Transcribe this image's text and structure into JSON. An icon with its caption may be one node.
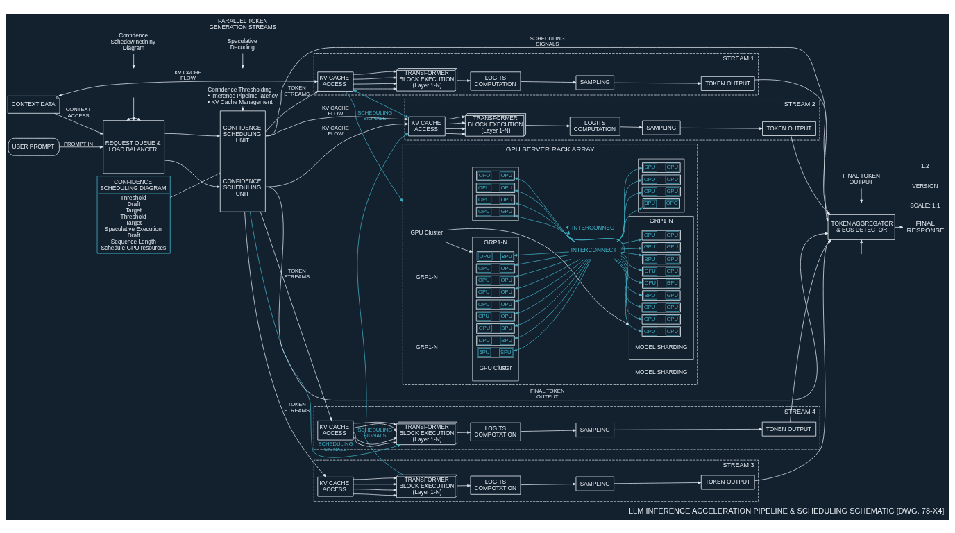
{
  "diagram": {
    "title": "LLM INFERENCE ACCELERATION PIPELINE & SCHEDULING SCHEMATIC [DWG. 78-X4]",
    "nodes": [
      {
        "text": [
          "USER PROMPT"
        ]
      },
      {
        "text": [
          "CONTEXT DATA"
        ]
      },
      {
        "text": [
          "REQUEST QUEUE & LOAD BALANCER"
        ]
      },
      {
        "text": [
          "CONFIDENCE SCHEDULING UNIT",
          "CONFIDENCE SCHEDULING UNIT"
        ]
      },
      {
        "text": [
          "Confidence Schedewinetlniny Diagram"
        ]
      },
      {
        "text": [
          "CONFIDENCE SCHEDULING DIAGRAM",
          "Tnreshold",
          "Draft",
          "Target",
          "Threshold",
          "Target",
          "Speculative Execution",
          "Draft",
          "Sequence Length",
          "Schedule GPU resources"
        ]
      },
      {
        "text": [
          "Confidence Threshoiding",
          "• Imerence Pipeime latency",
          "• KV Cache Management"
        ]
      },
      {
        "text": [
          "Speculative Decoding"
        ]
      },
      {
        "text": [
          "STREAM 1"
        ]
      },
      {
        "text": [
          "KV CACHE ACCESS"
        ],
        "in": 8
      },
      {
        "text": [
          "TRANSFORMER BLOCK EXECUTION",
          "(Layer 1-N)"
        ],
        "in": 8
      },
      {
        "text": [
          "LOGITS COMPUTATION"
        ],
        "in": 8
      },
      {
        "text": [
          "SAMPLING"
        ],
        "in": 8
      },
      {
        "text": [
          "TOKEN OUTPUT"
        ],
        "in": 8
      },
      {
        "text": [
          "STREAM 2"
        ]
      },
      {
        "text": [
          "KV CACHE ACCESS"
        ],
        "in": 14
      },
      {
        "text": [
          "TRANSFORMER BLOCK EXECUTION",
          "(Layer 1-N)"
        ],
        "in": 14
      },
      {
        "text": [
          "LOGITS COMPUTATION"
        ],
        "in": 14
      },
      {
        "text": [
          "SAMPLING"
        ],
        "in": 14
      },
      {
        "text": [
          "TOKEN OUTPUT"
        ],
        "in": 14
      },
      {
        "text": [
          "STREAM 3"
        ]
      },
      {
        "text": [
          "KV CACHE ACCESS"
        ],
        "in": 20
      },
      {
        "text": [
          "TRANSFORMER BLOCK EXECUTION",
          "(Layer 1-N)"
        ],
        "in": 20
      },
      {
        "text": [
          "LOGITS COMPOTATION"
        ],
        "in": 20
      },
      {
        "text": [
          "SAMPLING"
        ],
        "in": 20
      },
      {
        "text": [
          "TOKEN OUTPUT"
        ],
        "in": 20
      },
      {
        "text": [
          "STREAM 4"
        ]
      },
      {
        "text": [
          "KV CACHE ACCESS"
        ],
        "in": 26
      },
      {
        "text": [
          "TRANSFORMER BLOCK EXECUTION",
          "(Layer 1-N)"
        ],
        "in": 26
      },
      {
        "text": [
          "LOGITS COMPOTATION"
        ],
        "in": 26
      },
      {
        "text": [
          "SAMPLING"
        ],
        "in": 26
      },
      {
        "text": [
          "TONEN OUTPUT"
        ],
        "in": 26
      },
      {
        "text": [
          "TOKEN AGGREGATOR & EOS DETECTOR"
        ]
      },
      {
        "text": [
          "FINAL RESPONSE"
        ]
      },
      {
        "text": [
          "FINAL TOKEN OUTPUT"
        ]
      },
      {
        "text": [
          "GPU SERVER RACK ARRAY"
        ],
        "beside": [
          "GRP1-N",
          "GRP1-N",
          "MODEL SHARDING"
        ]
      },
      {
        "text": [
          "GPU Cluster"
        ],
        "in": 35
      },
      {
        "text": [
          "INTERCONNECT"
        ],
        "in": 35
      },
      {
        "text": [
          "GRP1-N"
        ],
        "beside": [
          "GPU Cluster"
        ],
        "in": 35
      },
      {
        "text": [
          "OPU",
          "8PU"
        ],
        "in": 38
      },
      {
        "text": [
          "OPU",
          "OPO"
        ],
        "in": 38
      },
      {
        "text": [
          "OPU",
          "OPU"
        ],
        "in": 38
      },
      {
        "text": [
          "OPU",
          "OPU"
        ],
        "in": 38
      },
      {
        "text": [
          "OPU",
          "OPU"
        ],
        "in": 38
      },
      {
        "text": [
          "CPU",
          "OPU"
        ],
        "in": 38
      },
      {
        "text": [
          "GPU",
          "BPU"
        ],
        "in": 38
      },
      {
        "text": [
          "DPU",
          "BPU"
        ],
        "in": 38
      },
      {
        "text": [
          "6PU",
          "SPU"
        ],
        "in": 38
      },
      {
        "text": [
          "GRP1-N"
        ],
        "beside": [
          "MODEL SHARDING"
        ],
        "in": 35
      },
      {
        "text": [
          "OPU",
          "OPU"
        ],
        "in": 48
      },
      {
        "text": [
          "BPU",
          "GPU"
        ],
        "in": 48
      },
      {
        "text": [
          "GPU",
          "GPU"
        ],
        "in": 48
      },
      {
        "text": [
          "OPU",
          "OPU"
        ],
        "in": 48
      },
      {
        "text": [
          "GPU",
          "OPU"
        ],
        "in": 48
      },
      {
        "text": [
          "OPU",
          "OPU"
        ],
        "in": 48
      },
      {
        "text": [
          "BPU",
          "GPU"
        ],
        "in": 48
      },
      {
        "text": [
          "OPU",
          "BPU"
        ],
        "in": 48
      },
      {
        "text": [
          "GFU",
          "OPU"
        ],
        "in": 48
      },
      {
        "text": [
          "INTERCONNECT"
        ],
        "in": 35
      },
      {
        "text": [],
        "shape": "box",
        "in": 35
      },
      {
        "text": [
          "OFO",
          "OPU"
        ],
        "in": 59
      },
      {
        "text": [
          "OPU",
          "OPU"
        ],
        "in": 59
      },
      {
        "text": [
          "OPU",
          "OPU"
        ],
        "in": 59
      },
      {
        "text": [
          "OPU",
          "GPU"
        ],
        "in": 59
      },
      {
        "text": [],
        "shape": "box",
        "in": 35
      },
      {
        "text": [
          "3PU",
          "OPO"
        ],
        "in": 64
      },
      {
        "text": [
          "OPU",
          "GPU"
        ],
        "in": 64
      },
      {
        "text": [
          "OPU",
          "OPU"
        ],
        "in": 64
      },
      {
        "text": [
          "SPU",
          "OPU"
        ],
        "in": 64
      }
    ],
    "edges": [
      {
        "from": 0,
        "to": 2,
        "arrow": "to",
        "label": "PROMPT IN"
      },
      {
        "from": 1,
        "to": 2,
        "arrow": "to",
        "label": "CONTEXT ACCESS"
      },
      {
        "from": null,
        "to": 2,
        "arrow": "to"
      },
      {
        "from": 2,
        "to": 2,
        "arrow": "both"
      },
      {
        "from": 2,
        "to": 3,
        "arrow": "to"
      },
      {
        "from": 2,
        "to": 3,
        "arrow": "to"
      },
      {
        "from": 4,
        "to": null,
        "arrow": "to"
      },
      {
        "from": 5,
        "to": 3,
        "arrow": "none",
        "style": "dashed"
      },
      {
        "from": 6,
        "to": 3,
        "arrow": "to"
      },
      {
        "from": 1,
        "to": 9,
        "arrow": "both",
        "label": "KV CACHE FLOW"
      },
      {
        "from": 3,
        "to": 9,
        "arrow": "to",
        "label": "TOKEN STREAMS"
      },
      {
        "from": 3,
        "to": 15,
        "arrow": "to",
        "label": "KV CACHE FLOW"
      },
      {
        "from": 9,
        "to": 15,
        "arrow": "both",
        "color": "#3fb2c6"
      },
      {
        "from": 3,
        "to": 15,
        "arrow": "to",
        "label": "KV CACHE FLOW"
      },
      {
        "from": 22,
        "to": 15,
        "arrow": "to",
        "label": "SCHEDULING SIGNALS",
        "color": "#3fb2c6"
      },
      {
        "from": 3,
        "to": 21,
        "arrow": "to",
        "label": "TOKEN STREAMS"
      },
      {
        "from": 3,
        "to": 28,
        "arrow": "to",
        "label": "SCHEDULING SIGNALS",
        "color": "#3fb2c6"
      },
      {
        "from": 3,
        "to": 27,
        "arrow": "to",
        "label": "TOKEN STREAMS"
      },
      {
        "from": 7,
        "to": null,
        "arrow": "to"
      },
      {
        "from": 9,
        "to": 35,
        "arrow": "to",
        "label": "SCHEDULING SIGNALS",
        "color": "#3fb2c6"
      },
      {
        "from": 9,
        "to": 10,
        "arrow": "to"
      },
      {
        "from": 9,
        "to": 10,
        "arrow": "to"
      },
      {
        "from": 9,
        "to": 10,
        "arrow": "to"
      },
      {
        "from": 9,
        "to": 10,
        "arrow": "to"
      },
      {
        "from": 10,
        "to": 11,
        "arrow": "to"
      },
      {
        "from": 11,
        "to": 12,
        "arrow": "to"
      },
      {
        "from": 12,
        "to": 13,
        "arrow": "to"
      },
      {
        "from": 15,
        "to": 16,
        "arrow": "to"
      },
      {
        "from": 15,
        "to": 16,
        "arrow": "to"
      },
      {
        "from": 15,
        "to": 16,
        "arrow": "to"
      },
      {
        "from": 15,
        "to": 16,
        "arrow": "to"
      },
      {
        "from": 16,
        "to": 17,
        "arrow": "to"
      },
      {
        "from": 17,
        "to": 18,
        "arrow": "to"
      },
      {
        "from": 18,
        "to": 19,
        "arrow": "to"
      },
      {
        "from": 21,
        "to": 22,
        "arrow": "to"
      },
      {
        "from": 21,
        "to": 22,
        "arrow": "to"
      },
      {
        "from": 21,
        "to": 22,
        "arrow": "to"
      },
      {
        "from": 21,
        "to": 22,
        "arrow": "to"
      },
      {
        "from": 22,
        "to": 23,
        "arrow": "to"
      },
      {
        "from": 23,
        "to": 24,
        "arrow": "to"
      },
      {
        "from": 24,
        "to": 25,
        "arrow": "to"
      },
      {
        "from": 27,
        "to": 28,
        "arrow": "to"
      },
      {
        "from": 27,
        "to": 28,
        "arrow": "to"
      },
      {
        "from": 27,
        "to": 28,
        "arrow": "to"
      },
      {
        "from": 27,
        "to": 28,
        "arrow": "to"
      },
      {
        "from": 28,
        "to": 29,
        "arrow": "to"
      },
      {
        "from": 29,
        "to": 30,
        "arrow": "to"
      },
      {
        "from": 30,
        "to": 31,
        "arrow": "to"
      },
      {
        "from": 13,
        "to": 32,
        "arrow": "to"
      },
      {
        "from": 19,
        "to": 32,
        "arrow": "to"
      },
      {
        "from": 25,
        "to": 32,
        "arrow": "to"
      },
      {
        "from": 31,
        "to": 32,
        "arrow": "to"
      },
      {
        "from": null,
        "to": 32,
        "arrow": "to"
      },
      {
        "from": 3,
        "to": 32,
        "arrow": "to",
        "label": "SCHEDULING SIGNALS"
      },
      {
        "from": 3,
        "to": 32,
        "arrow": "to",
        "label": "FINAL TOKEN OUTPUT"
      },
      {
        "from": 34,
        "to": null,
        "arrow": "to"
      },
      {
        "from": 32,
        "to": 33,
        "arrow": "to"
      },
      {
        "from": 36,
        "to": 38,
        "arrow": "to"
      },
      {
        "from": 36,
        "to": 48,
        "arrow": "to"
      },
      {
        "from": 58,
        "to": 39,
        "arrow": "to",
        "color": "#3fb2c6"
      },
      {
        "from": 58,
        "to": 40,
        "arrow": "to",
        "color": "#3fb2c6"
      },
      {
        "from": 58,
        "to": 41,
        "arrow": "to",
        "color": "#3fb2c6"
      },
      {
        "from": 58,
        "to": 42,
        "arrow": "to",
        "color": "#3fb2c6"
      },
      {
        "from": 58,
        "to": 43,
        "arrow": "to",
        "color": "#3fb2c6"
      },
      {
        "from": 58,
        "to": 44,
        "arrow": "to",
        "color": "#3fb2c6"
      },
      {
        "from": 58,
        "to": 45,
        "arrow": "to",
        "color": "#3fb2c6"
      },
      {
        "from": 58,
        "to": 46,
        "arrow": "to",
        "color": "#3fb2c6"
      },
      {
        "from": 58,
        "to": 47,
        "arrow": "to",
        "color": "#3fb2c6"
      },
      {
        "from": 58,
        "to": 60,
        "arrow": "to",
        "color": "#3fb2c6"
      },
      {
        "from": 58,
        "to": 61,
        "arrow": "to",
        "color": "#3fb2c6"
      },
      {
        "from": 58,
        "to": 62,
        "arrow": "to",
        "color": "#3fb2c6"
      },
      {
        "from": 58,
        "to": 63,
        "arrow": "to",
        "color": "#3fb2c6"
      },
      {
        "from": 58,
        "to": 49,
        "arrow": "to",
        "color": "#3fb2c6"
      },
      {
        "from": 58,
        "to": 50,
        "arrow": "to",
        "color": "#3fb2c6"
      },
      {
        "from": 58,
        "to": 51,
        "arrow": "to",
        "color": "#3fb2c6"
      },
      {
        "from": 58,
        "to": 52,
        "arrow": "to",
        "color": "#3fb2c6"
      },
      {
        "from": 58,
        "to": 53,
        "arrow": "to",
        "color": "#3fb2c6"
      },
      {
        "from": 58,
        "to": 54,
        "arrow": "to",
        "color": "#3fb2c6"
      },
      {
        "from": 58,
        "to": 55,
        "arrow": "to",
        "color": "#3fb2c6"
      },
      {
        "from": 58,
        "to": 56,
        "arrow": "to",
        "color": "#3fb2c6"
      },
      {
        "from": 58,
        "to": 57,
        "arrow": "to",
        "color": "#3fb2c6"
      },
      {
        "from": 58,
        "to": 65,
        "arrow": "to",
        "color": "#3fb2c6"
      },
      {
        "from": 58,
        "to": 66,
        "arrow": "to",
        "color": "#3fb2c6"
      },
      {
        "from": 58,
        "to": 67,
        "arrow": "to",
        "color": "#3fb2c6"
      },
      {
        "from": 58,
        "to": 68,
        "arrow": "to",
        "color": "#3fb2c6"
      },
      {
        "from": 58,
        "to": 37,
        "arrow": "to",
        "color": "#3fb2c6"
      },
      {
        "from": 58,
        "to": 37,
        "arrow": "to",
        "color": "#3fb2c6"
      }
    ],
    "labels": [
      "PARALLEL TOKEN GENERATION STREAMS",
      "SCALE: 1:1",
      "VERSION",
      "1.2"
    ]
  }
}
